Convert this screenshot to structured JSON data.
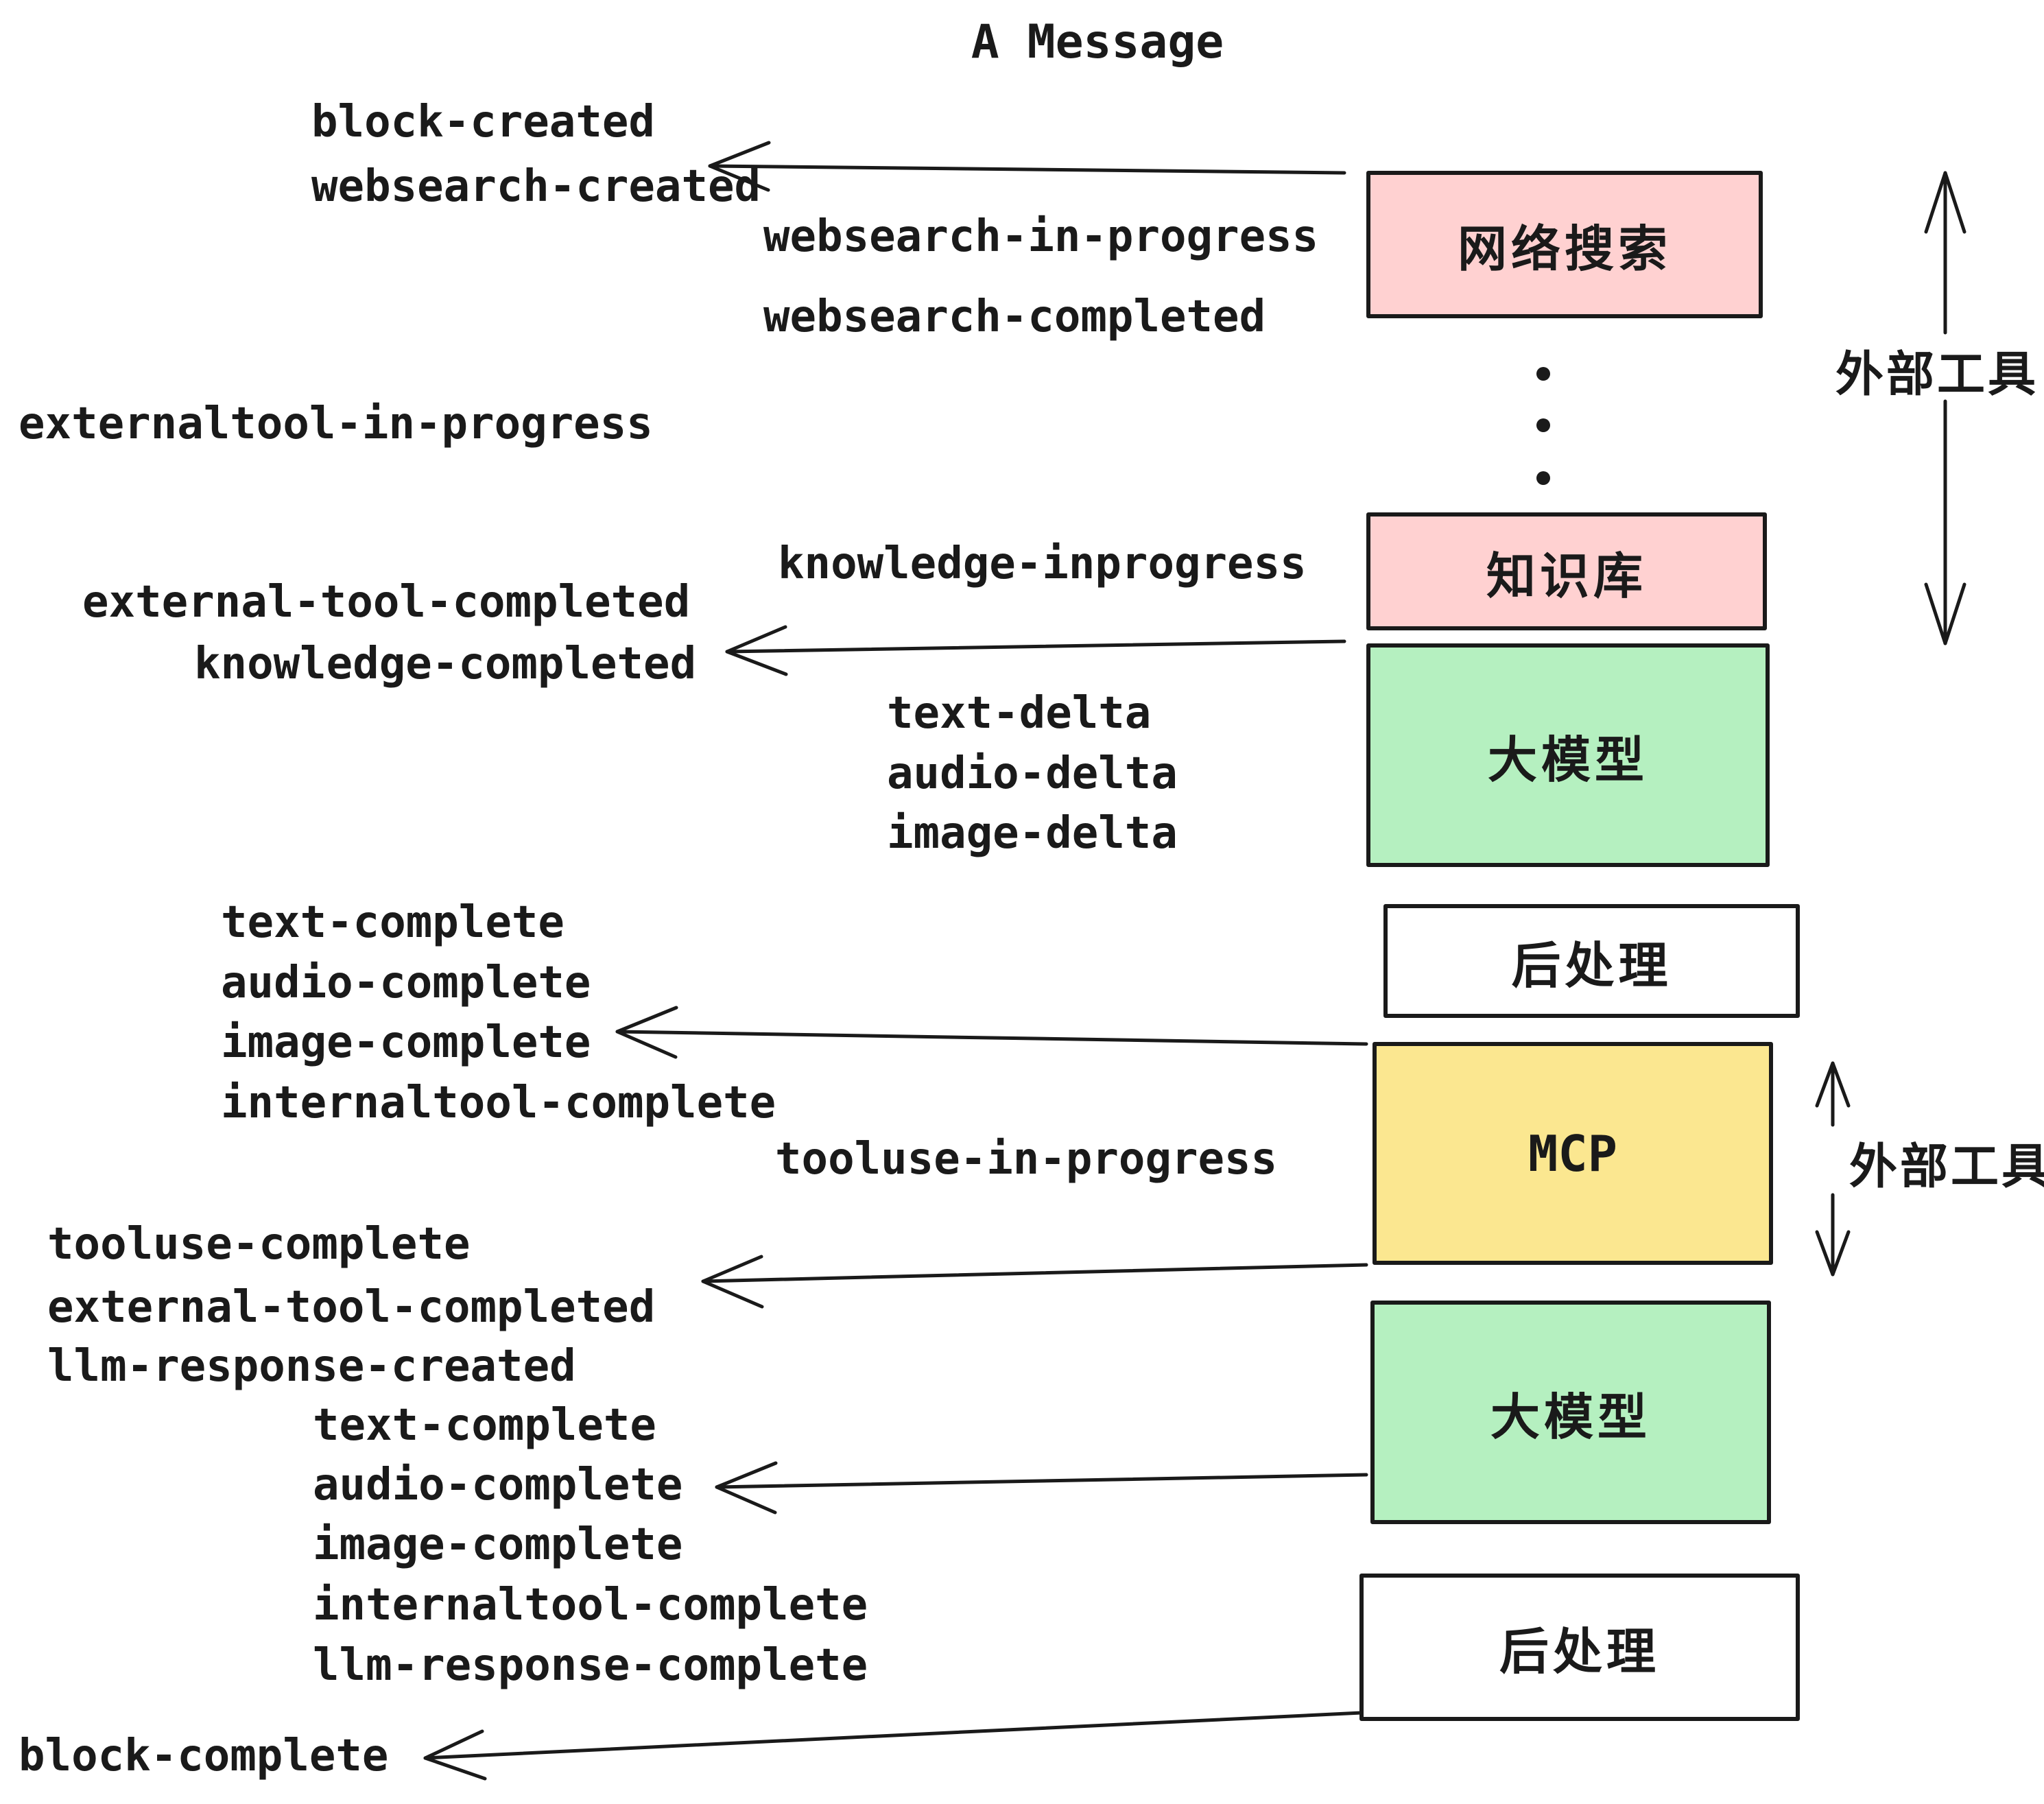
{
  "title": "A Message",
  "events": [
    {
      "text": "block-created"
    },
    {
      "text": "websearch-created"
    },
    {
      "text": "websearch-in-progress"
    },
    {
      "text": "websearch-completed"
    },
    {
      "text": "externaltool-in-progress"
    },
    {
      "text": "knowledge-inprogress"
    },
    {
      "text": "external-tool-completed"
    },
    {
      "text": "knowledge-completed"
    },
    {
      "text": "text-delta"
    },
    {
      "text": "audio-delta"
    },
    {
      "text": "image-delta"
    },
    {
      "text": "text-complete"
    },
    {
      "text": "audio-complete"
    },
    {
      "text": "image-complete"
    },
    {
      "text": "internaltool-complete"
    },
    {
      "text": "tooluse-in-progress"
    },
    {
      "text": "tooluse-complete"
    },
    {
      "text": "external-tool-completed"
    },
    {
      "text": "llm-response-created"
    },
    {
      "text": "text-complete"
    },
    {
      "text": "audio-complete"
    },
    {
      "text": "image-complete"
    },
    {
      "text": "internaltool-complete"
    },
    {
      "text": "llm-response-complete"
    },
    {
      "text": "block-complete"
    }
  ],
  "boxes": [
    {
      "label": "网络搜索",
      "fill": "#ffd1d1"
    },
    {
      "label": "知识库",
      "fill": "#ffd1d1"
    },
    {
      "label": "大模型",
      "fill": "#b5f0c0"
    },
    {
      "label": "后处理",
      "fill": "#ffffff"
    },
    {
      "label": "MCP",
      "fill": "#fbe790"
    },
    {
      "label": "大模型",
      "fill": "#b5f0c0"
    },
    {
      "label": "后处理",
      "fill": "#ffffff"
    }
  ],
  "side_labels": [
    {
      "text": "外部工具"
    },
    {
      "text": "外部工具"
    }
  ],
  "colors": {
    "ink": "#1a1a1a",
    "pink": "#ffd1d1",
    "green": "#b5f0c0",
    "yellow": "#fbe790",
    "white": "#ffffff"
  }
}
